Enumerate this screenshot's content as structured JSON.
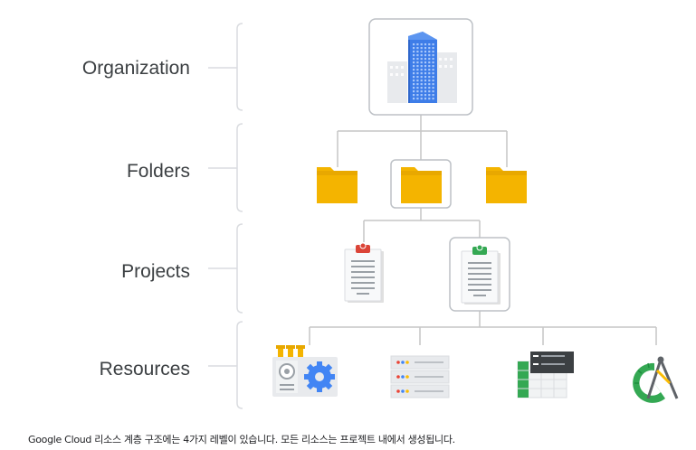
{
  "levels": [
    {
      "name": "Organization"
    },
    {
      "name": "Folders"
    },
    {
      "name": "Projects"
    },
    {
      "name": "Resources"
    }
  ],
  "icons": {
    "organization": "office-building-icon",
    "folders": [
      "folder-icon",
      "folder-icon",
      "folder-icon"
    ],
    "projects": [
      "clipboard-red-icon",
      "clipboard-green-icon"
    ],
    "resources": [
      "compute-control-panel-icon",
      "server-rack-icon",
      "code-spreadsheet-icon",
      "gauge-compass-icon"
    ]
  },
  "colors": {
    "bracket": "#dadce0",
    "connector": "#c6c6c6",
    "box_border": "#bdc1c6",
    "building_blue": "#3e7de8",
    "folder_yellow": "#f4b400",
    "folder_tab": "#e8a800",
    "clip_red": "#db4437",
    "clip_green": "#34a853",
    "gear_blue": "#4285f4",
    "label_text": "#3c4043"
  },
  "caption": "Google Cloud 리소스 계층 구조에는 4가지 레벨이 있습니다. 모든 리소스는 프로젝트 내에서 생성됩니다."
}
